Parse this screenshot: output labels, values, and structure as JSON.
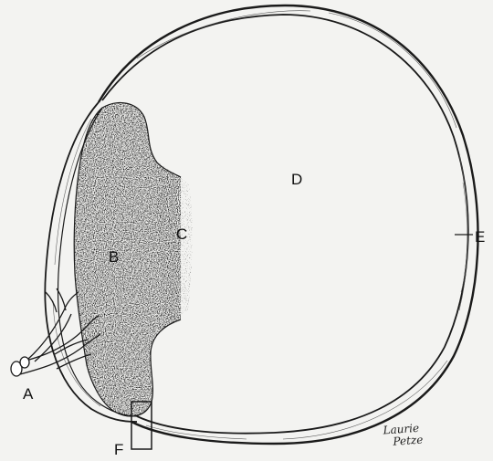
{
  "labels": {
    "a": "A",
    "b": "B",
    "c": "C",
    "d": "D",
    "e": "E",
    "f": "F"
  },
  "signature": {
    "line1": "Laurie",
    "line2": "Petze"
  }
}
